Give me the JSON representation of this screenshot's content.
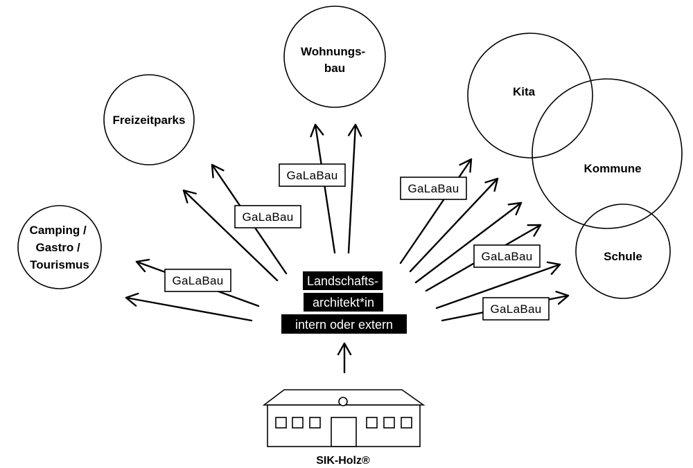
{
  "circles": {
    "wohnungsbau": [
      "Wohnungs-",
      "bau"
    ],
    "freizeitparks": [
      "Freizeitparks"
    ],
    "camping": [
      "Camping /",
      "Gastro /",
      "Tourismus"
    ],
    "kita": [
      "Kita"
    ],
    "kommune": [
      "Kommune"
    ],
    "schule": [
      "Schule"
    ]
  },
  "tags": {
    "left_low": "GaLaBau",
    "left_mid": "GaLaBau",
    "top": "GaLaBau",
    "right_top": "GaLaBau",
    "right_mid": "GaLaBau",
    "right_low": "GaLaBau"
  },
  "central": [
    "Landschafts-",
    "architekt*in",
    "intern oder extern"
  ],
  "building": {
    "caption": "SIK-Holz®",
    "icon": "school-building-icon"
  }
}
